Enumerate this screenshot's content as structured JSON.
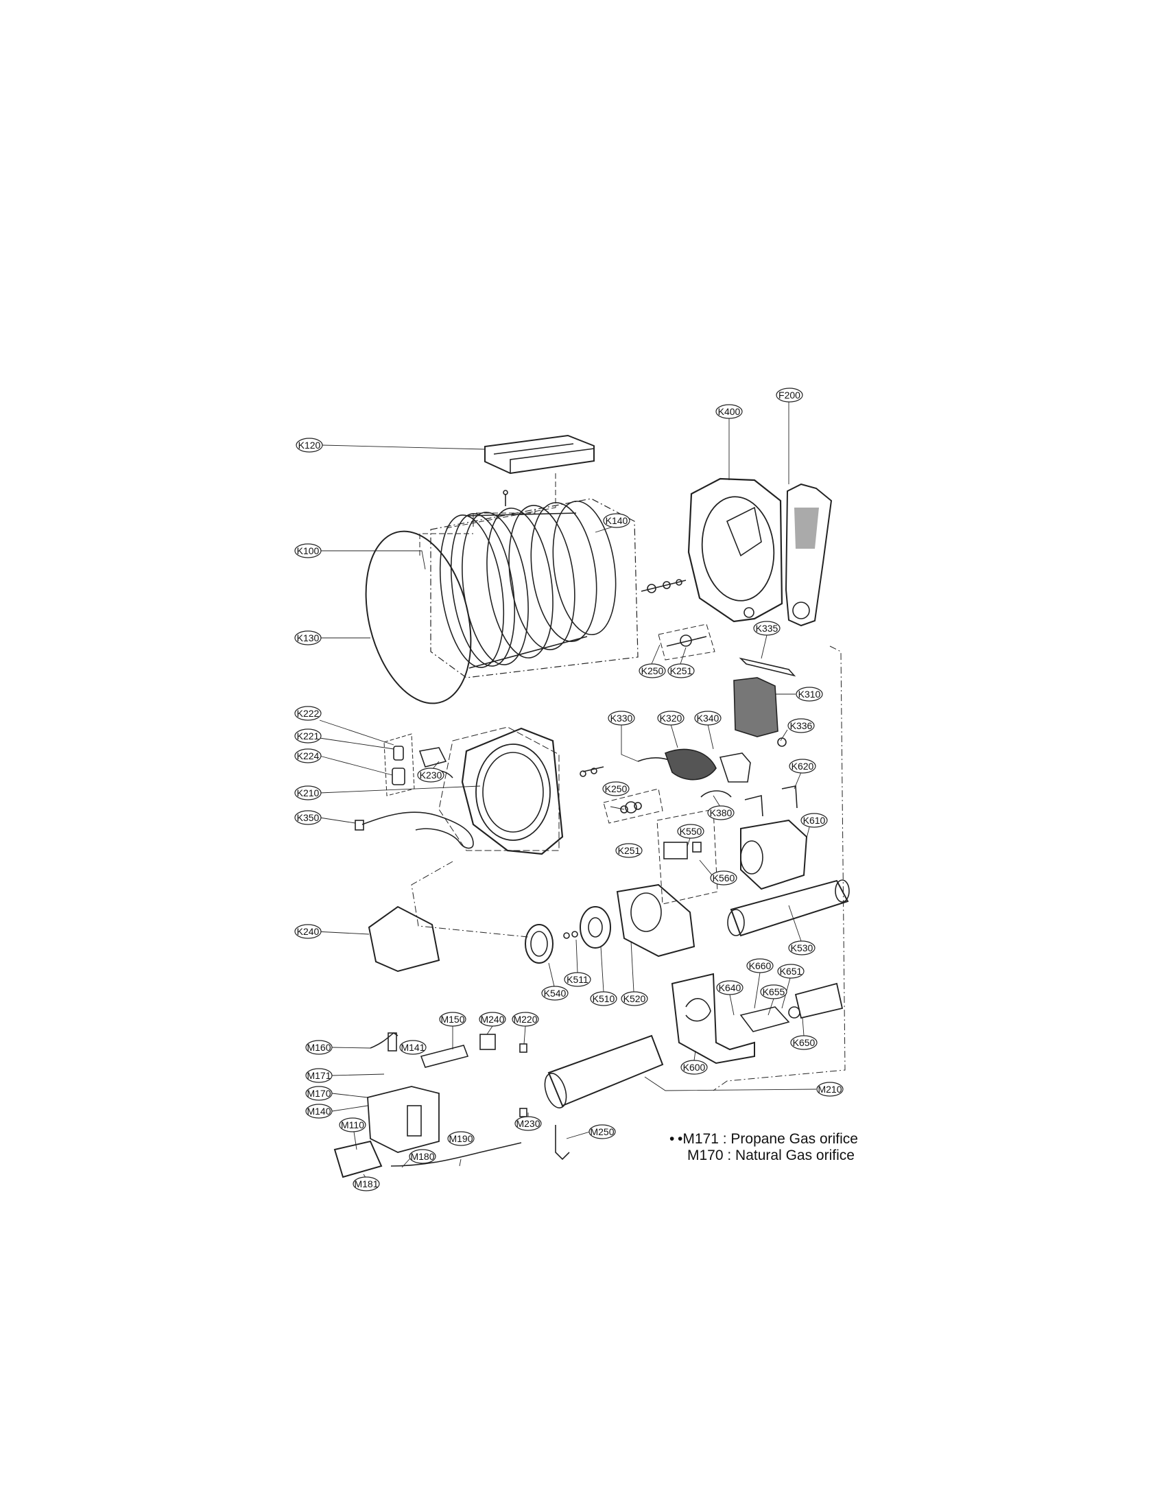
{
  "labels": {
    "k120": "K120",
    "k100": "K100",
    "k130": "K130",
    "k140": "K140",
    "k400": "K400",
    "f200": "F200",
    "k250_top": "K250",
    "k251_top": "K251",
    "k335": "K335",
    "k310": "K310",
    "k336": "K336",
    "k222": "K222",
    "k221": "K221",
    "k224": "K224",
    "k230": "K230",
    "k210": "K210",
    "k350": "K350",
    "k330": "K330",
    "k320": "K320",
    "k340": "K340",
    "k380": "K380",
    "k250_mid": "K250",
    "k251_mid": "K251",
    "k620": "K620",
    "k610": "K610",
    "k550": "K550",
    "k560": "K560",
    "k240": "K240",
    "k530": "K530",
    "k511": "K511",
    "k540": "K540",
    "k510": "K510",
    "k520": "K520",
    "k660": "K660",
    "k651": "K651",
    "k640": "K640",
    "k655": "K655",
    "k650": "K650",
    "k600": "K600",
    "m150": "M150",
    "m240": "M240",
    "m220": "M220",
    "m160": "M160",
    "m141": "M141",
    "m171": "M171",
    "m170": "M170",
    "m140": "M140",
    "m110": "M110",
    "m190": "M190",
    "m180": "M180",
    "m181": "M181",
    "m230": "M230",
    "m250": "M250",
    "m210": "M210"
  },
  "note": {
    "bullet": "•",
    "line1": "•M171 : Propane Gas orifice",
    "line2": "M170 : Natural Gas orifice"
  }
}
